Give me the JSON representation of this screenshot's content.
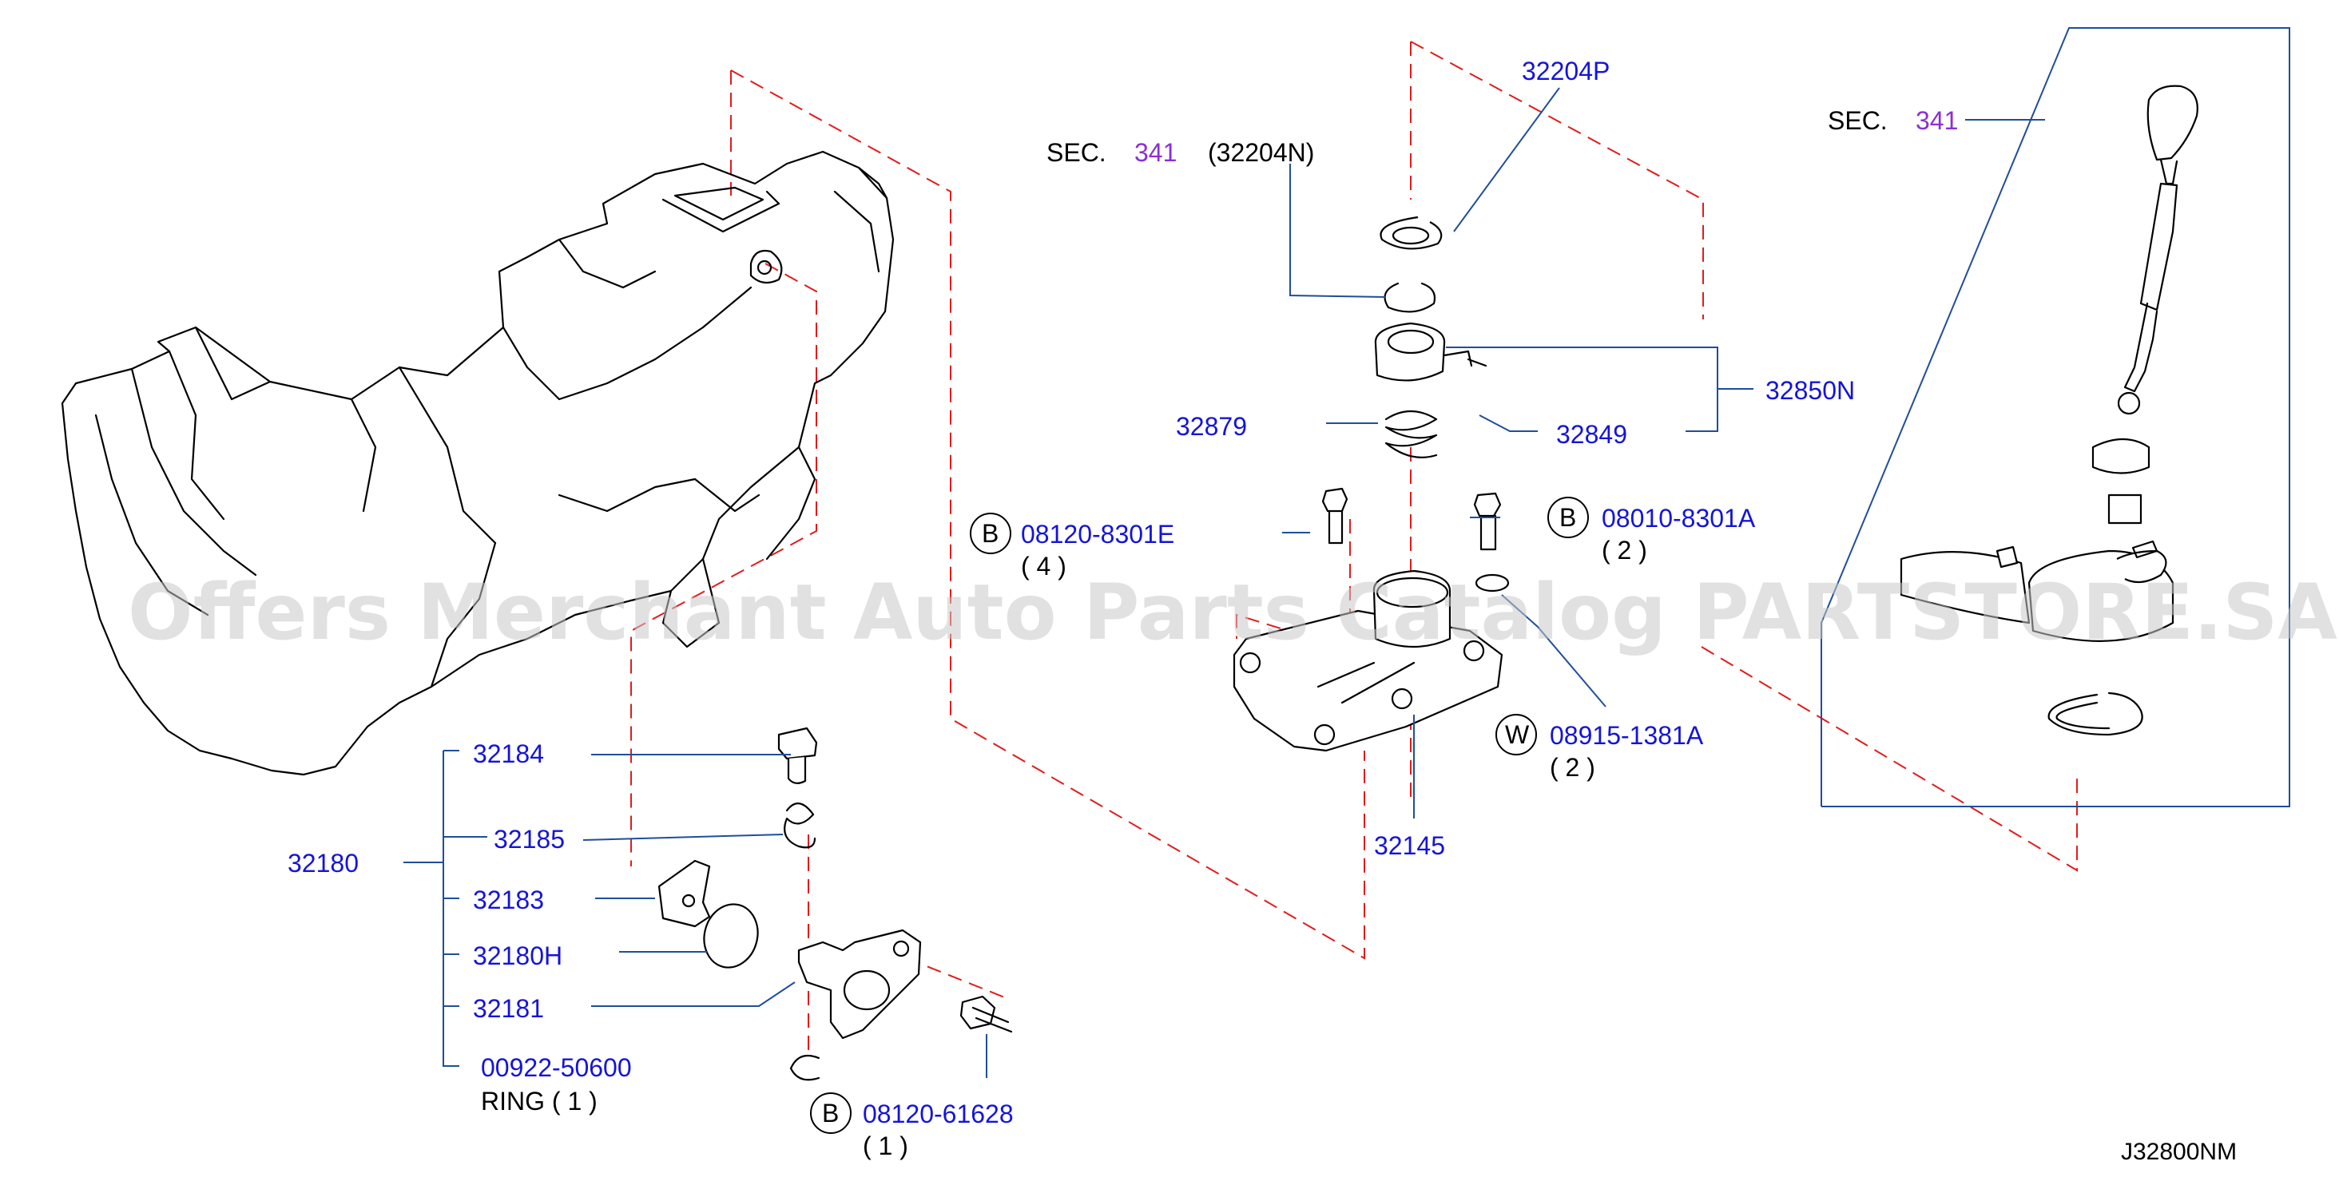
{
  "labels": {
    "p32204P": "32204P",
    "sec341_top": "SEC.",
    "sec341_top_num": "341",
    "p32204N": "(32204N)",
    "p32850N": "32850N",
    "p32879": "32879",
    "p32849": "32849",
    "b1_letter": "B",
    "b1_code": "08120-8301E",
    "b1_qty": "( 4 )",
    "b2_letter": "B",
    "b2_code": "08010-8301A",
    "b2_qty": "( 2 )",
    "w_letter": "W",
    "w_code": "08915-1381A",
    "w_qty": "( 2 )",
    "p32145": "32145",
    "sec341_right": "SEC.",
    "sec341_right_num": "341",
    "p32180": "32180",
    "p32184": "32184",
    "p32185": "32185",
    "p32183": "32183",
    "p32180H": "32180H",
    "p32181": "32181",
    "p00922": "00922-50600",
    "ring": "RING ( 1 )",
    "b3_letter": "B",
    "b3_code": "08120-61628",
    "b3_qty": "( 1 )",
    "diagram_code": "J32800NM"
  },
  "watermark": "Offers Merchant Auto Parts Catalog PARTSTORE.SA",
  "colors": {
    "part_number": "#1414d8",
    "section_ref": "#8b2fd6",
    "leader": "#1f4e9a",
    "dashed": "#e01c1c",
    "outline": "#000000"
  }
}
